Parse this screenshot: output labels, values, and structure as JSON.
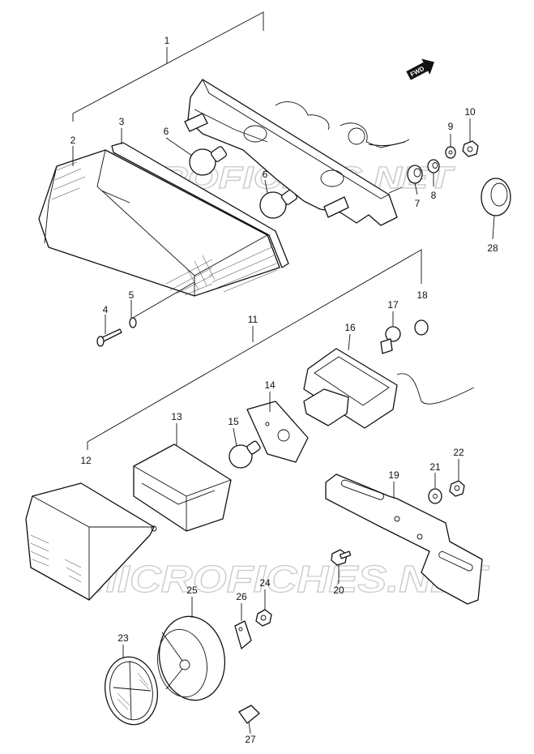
{
  "watermark": {
    "text": "MICROFICHES.NET"
  },
  "direction_tag": {
    "text": "FWD"
  },
  "parts": [
    {
      "id": "1",
      "label": "1"
    },
    {
      "id": "2",
      "label": "2"
    },
    {
      "id": "3",
      "label": "3"
    },
    {
      "id": "4",
      "label": "4"
    },
    {
      "id": "5",
      "label": "5"
    },
    {
      "id": "6a",
      "label": "6"
    },
    {
      "id": "6b",
      "label": "6"
    },
    {
      "id": "7",
      "label": "7"
    },
    {
      "id": "8",
      "label": "8"
    },
    {
      "id": "9",
      "label": "9"
    },
    {
      "id": "10",
      "label": "10"
    },
    {
      "id": "11",
      "label": "11"
    },
    {
      "id": "12",
      "label": "12"
    },
    {
      "id": "13",
      "label": "13"
    },
    {
      "id": "14",
      "label": "14"
    },
    {
      "id": "15",
      "label": "15"
    },
    {
      "id": "16",
      "label": "16"
    },
    {
      "id": "17",
      "label": "17"
    },
    {
      "id": "18",
      "label": "18"
    },
    {
      "id": "19",
      "label": "19"
    },
    {
      "id": "20",
      "label": "20"
    },
    {
      "id": "21",
      "label": "21"
    },
    {
      "id": "22",
      "label": "22"
    },
    {
      "id": "23",
      "label": "23"
    },
    {
      "id": "24",
      "label": "24"
    },
    {
      "id": "25",
      "label": "25"
    },
    {
      "id": "26",
      "label": "26"
    },
    {
      "id": "27",
      "label": "27"
    },
    {
      "id": "28",
      "label": "28"
    }
  ]
}
